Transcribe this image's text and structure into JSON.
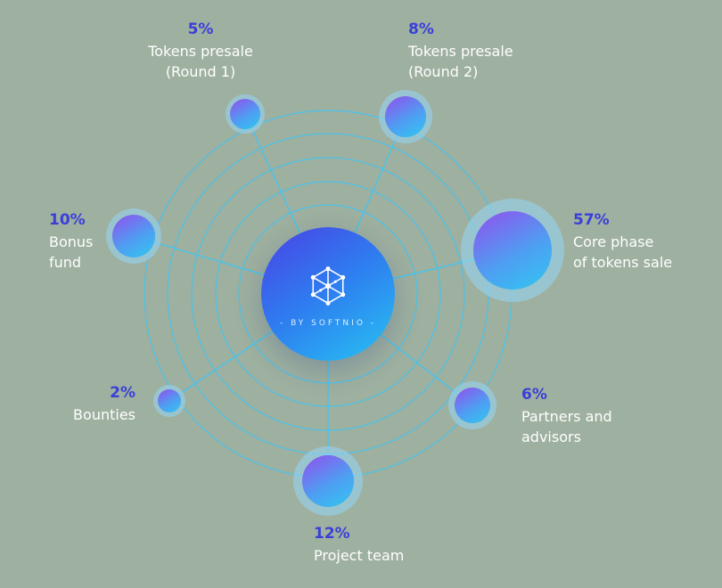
{
  "center": {
    "brand_label": "- BY SOFTNIO -",
    "icon": "hexagon-network-icon"
  },
  "colors": {
    "background": "#9eb09f",
    "percent_text": "#3a3fd9",
    "label_text": "#ffffff",
    "orbit_ring": "#45c4f1",
    "bubble_gradient_start": "#8d55ee",
    "bubble_gradient_end": "#33c3f1",
    "center_gradient_start": "#4a41e5",
    "center_gradient_end": "#27c3f2"
  },
  "chart_data": {
    "type": "pie",
    "variant": "orbital-bubble-diagram",
    "title": "",
    "categories": [
      "Tokens presale (Round 1)",
      "Tokens presale (Round 2)",
      "Bonus fund",
      "Core phase of tokens sale",
      "Bounties",
      "Partners and advisors",
      "Project team"
    ],
    "values": [
      5,
      8,
      10,
      57,
      2,
      6,
      12
    ],
    "unit": "%",
    "legend_position": "labels-around-nodes",
    "grid": "concentric-orbit-rings",
    "notes": "Bubble size proportional to percentage; all bubbles connected by lines to central brand circle"
  },
  "nodes": [
    {
      "pct": "5%",
      "line1": "Tokens presale",
      "line2": "(Round 1)"
    },
    {
      "pct": "8%",
      "line1": "Tokens presale",
      "line2": "(Round 2)"
    },
    {
      "pct": "10%",
      "line1": "Bonus",
      "line2": "fund"
    },
    {
      "pct": "57%",
      "line1": "Core phase",
      "line2": "of tokens sale"
    },
    {
      "pct": "2%",
      "line1": "Bounties",
      "line2": ""
    },
    {
      "pct": "6%",
      "line1": "Partners and",
      "line2": "advisors"
    },
    {
      "pct": "12%",
      "line1": "Project team",
      "line2": ""
    }
  ]
}
